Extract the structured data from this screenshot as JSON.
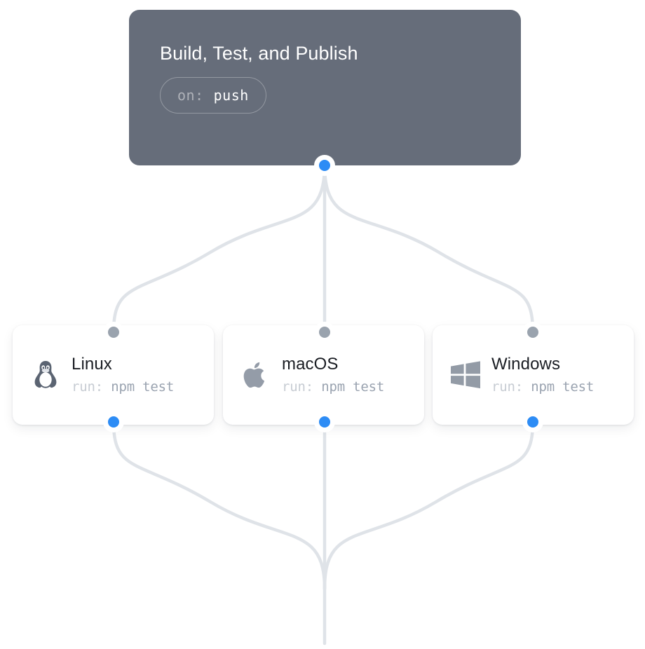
{
  "canvas": {
    "background": "#ffffff",
    "edge_color": "#dfe3e8"
  },
  "trigger": {
    "title": "Build, Test, and Publish",
    "event_key": "on:",
    "event_value": "push",
    "background": "#666d7a",
    "title_color": "#ffffff",
    "source_handle": {
      "name": "trigger-source-handle",
      "color": "#2d8cf5"
    }
  },
  "jobs": [
    {
      "id": "linux",
      "name": "Linux",
      "icon": "linux-penguin-icon",
      "cmd_key": "run:",
      "cmd_value": "npm test",
      "icon_color": "#5b6472",
      "target_handle_color": "#9aa3ae",
      "source_handle_color": "#2d8cf5"
    },
    {
      "id": "macos",
      "name": "macOS",
      "icon": "apple-logo-icon",
      "cmd_key": "run:",
      "cmd_value": "npm test",
      "icon_color": "#949cа8",
      "target_handle_color": "#9aa3ae",
      "source_handle_color": "#2d8cf5"
    },
    {
      "id": "windows",
      "name": "Windows",
      "icon": "windows-logo-icon",
      "cmd_key": "run:",
      "cmd_value": "npm test",
      "icon_color": "#939ba6",
      "target_handle_color": "#9aa3ae",
      "source_handle_color": "#2d8cf5"
    }
  ]
}
